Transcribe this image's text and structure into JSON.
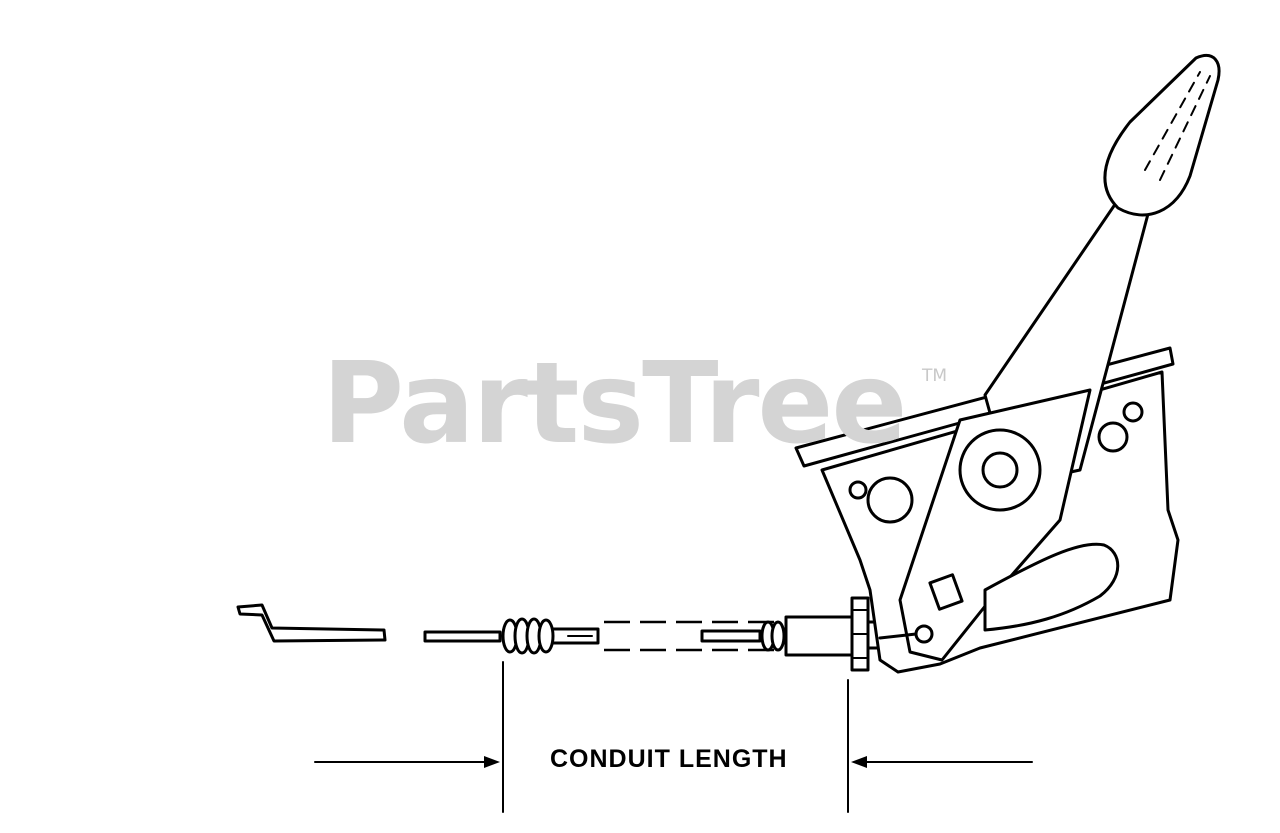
{
  "watermark": {
    "text": "PartsTree",
    "trademark": "TM",
    "color": "#d4d4d4"
  },
  "dimension": {
    "label": "CONDUIT LENGTH"
  },
  "icons": {
    "control_lever": "throttle-lever-icon",
    "cable": "control-cable-icon",
    "z_bend_wire": "z-bend-wire-icon"
  }
}
